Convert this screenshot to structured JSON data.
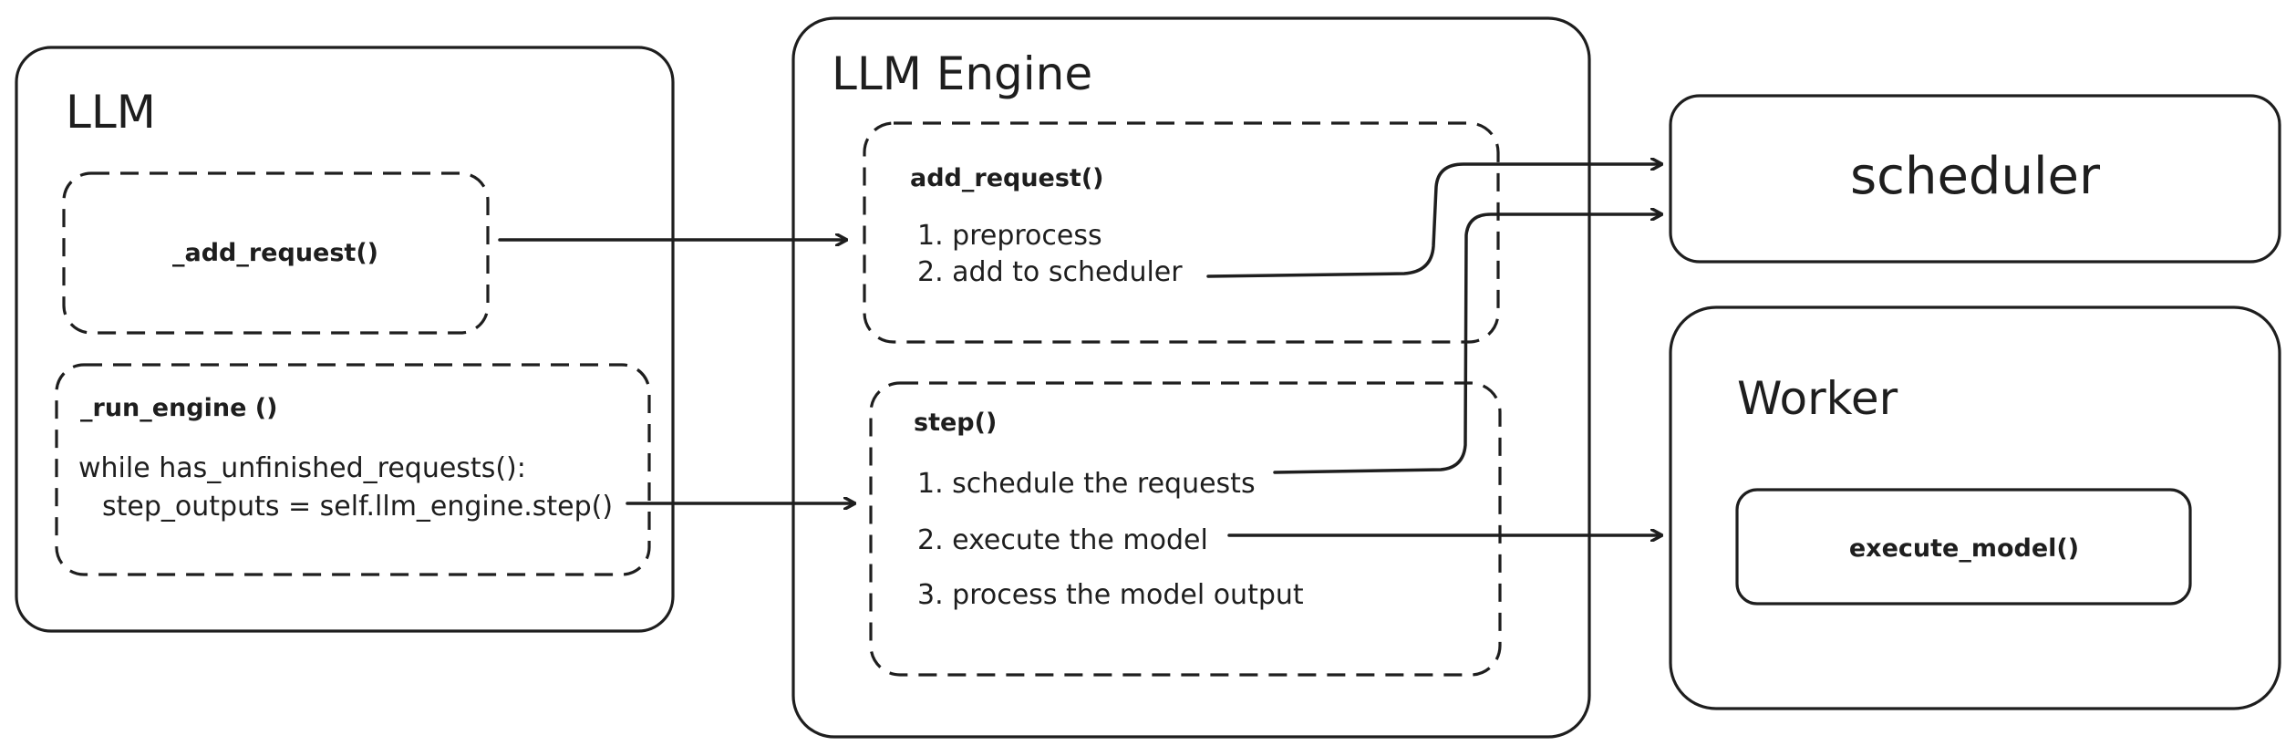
{
  "llm": {
    "title": "LLM",
    "add_request": "_add_request()",
    "run_engine": {
      "title": "_run_engine ()",
      "line1": "while has_unfinished_requests():",
      "line2": "step_outputs = self.llm_engine.step()"
    }
  },
  "engine": {
    "title": "LLM Engine",
    "add_request": {
      "title": "add_request()",
      "line1": "1. preprocess",
      "line2": "2. add to scheduler"
    },
    "step": {
      "title": "step()",
      "line1": "1. schedule the requests",
      "line2": "2. execute the model",
      "line3": "3. process the model output"
    }
  },
  "scheduler": {
    "title": "scheduler"
  },
  "worker": {
    "title": "Worker",
    "execute_model": "execute_model()"
  }
}
